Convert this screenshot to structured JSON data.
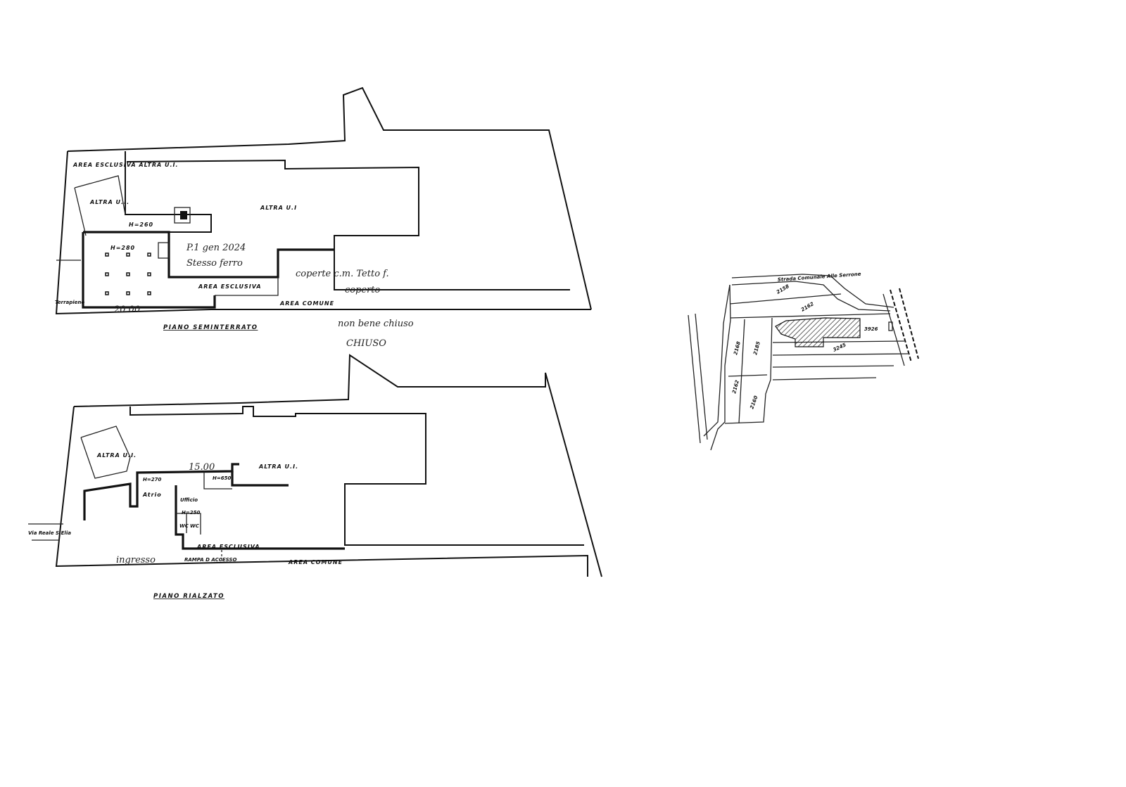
{
  "semi_basement": {
    "title": "PIANO SEMINTERRATO",
    "labels": {
      "exclusive_other": "AREA ESCLUSIVA ALTRA U.I.",
      "other_unit_left": "ALTRA U.I.",
      "other_unit_main": "ALTRA U.I",
      "height_small": "H=260",
      "height_main": "H=280",
      "exclusive_area": "AREA ESCLUSIVA",
      "common_area": "AREA COMUNE",
      "ground_floor": "Terrapieno",
      "dimension": "20.00"
    },
    "handwritten": [
      "P.1 gen 2024",
      "Stesso ferro",
      "coperte c.m. Tetto f.",
      "coperto",
      "non bene chiuso",
      "CHIUSO"
    ]
  },
  "raised_floor": {
    "title": "PIANO RIALZATO",
    "labels": {
      "other_unit_left": "ALTRA U.I.",
      "other_unit_right": "ALTRA U.I.",
      "height_atrium": "H=270",
      "height_right": "H=650",
      "atrium": "Atrio",
      "office": "Ufficio",
      "height_office": "H=250",
      "wc1": "WC",
      "wc2": "WC",
      "exclusive_area": "AREA ESCLUSIVA",
      "common_area": "AREA COMUNE",
      "ramp": "RAMPA D ACCESSO",
      "street": "Via Reale S.Elia",
      "dimension": "15.00"
    },
    "handwritten": [
      "ingresso"
    ]
  },
  "site_plan": {
    "road": "Strada Comunale Alle Serrone",
    "parcels": [
      "2158",
      "2162",
      "3926",
      "3245",
      "2168",
      "2185",
      "2162",
      "2160"
    ]
  }
}
